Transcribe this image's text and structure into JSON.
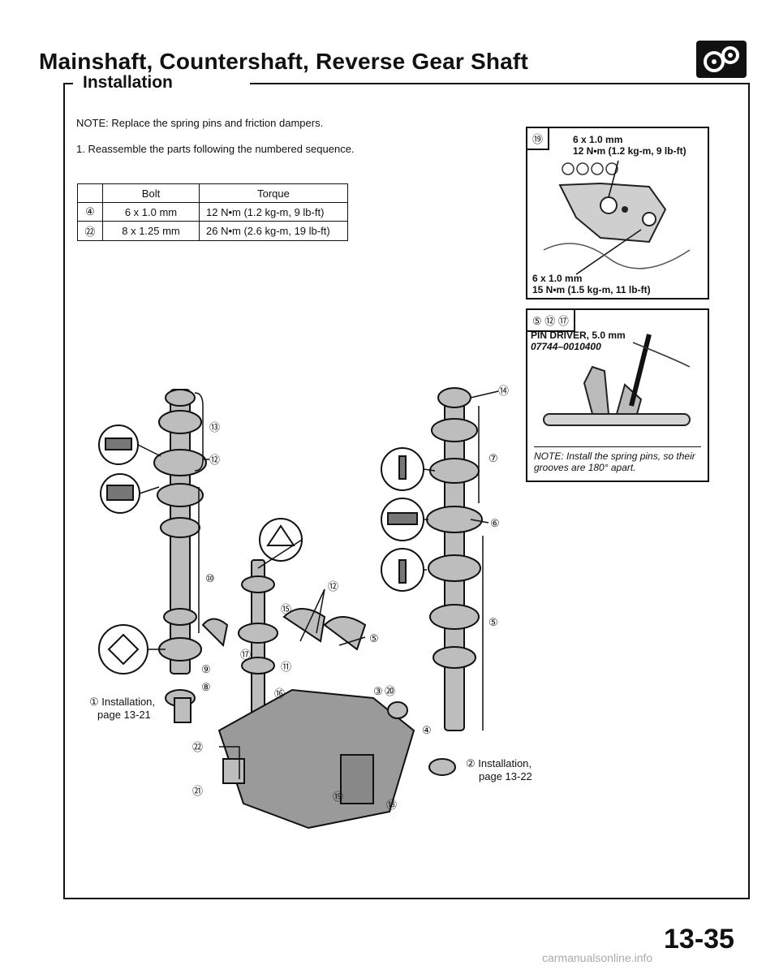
{
  "header": {
    "title": "Mainshaft, Countershaft, Reverse Gear Shaft",
    "subtitle": "Installation",
    "logo_icon": "gears-icon"
  },
  "notes": {
    "note": "NOTE: Replace the spring pins and friction dampers.",
    "step1": "1. Reassemble the parts following the numbered sequence."
  },
  "torque_table": {
    "headers": [
      "",
      "Bolt",
      "Torque"
    ],
    "rows": [
      {
        "ref": "④",
        "bolt": "6 x 1.0 mm",
        "torque": "12 N•m (1.2 kg-m, 9 lb-ft)"
      },
      {
        "ref": "㉒",
        "bolt": "8 x 1.25 mm",
        "torque": "26 N•m (2.6 kg-m, 19 lb-ft)"
      }
    ]
  },
  "detail_19": {
    "badge": "⑲",
    "top_spec_1": "6 x 1.0 mm",
    "top_spec_2": "12 N•m (1.2 kg-m, 9 lb-ft)",
    "bottom_spec_1": "6 x 1.0 mm",
    "bottom_spec_2": "15 N•m (1.5 kg-m, 11 lb-ft)"
  },
  "detail_pin": {
    "badge": "⑤ ⑫ ⑰",
    "tool_name": "PIN DRIVER, 5.0 mm",
    "tool_number": "07744–0010400",
    "note": "NOTE: Install the spring pins, so their grooves are 180° apart."
  },
  "callouts": {
    "c1": "① Installation,",
    "c1b": "page 13-21",
    "c2": "② Installation,",
    "c2b": "page 13-22",
    "n3": "③",
    "n4": "④",
    "n5": "⑤",
    "n5b": "⑤",
    "n6": "⑥",
    "n7": "⑦",
    "n8": "⑧",
    "n9": "⑨",
    "n10": "⑩",
    "n11": "⑪",
    "n12": "⑫",
    "n12b": "⑫",
    "n13": "⑬",
    "n14": "⑭",
    "n15": "⑮",
    "n16": "⑯",
    "n17": "⑰",
    "n18": "⑱",
    "n19": "⑲",
    "n20": "⑳",
    "n21": "㉑",
    "n22": "㉒"
  },
  "page_number": "13-35",
  "footer": "carmanualsonline.info"
}
